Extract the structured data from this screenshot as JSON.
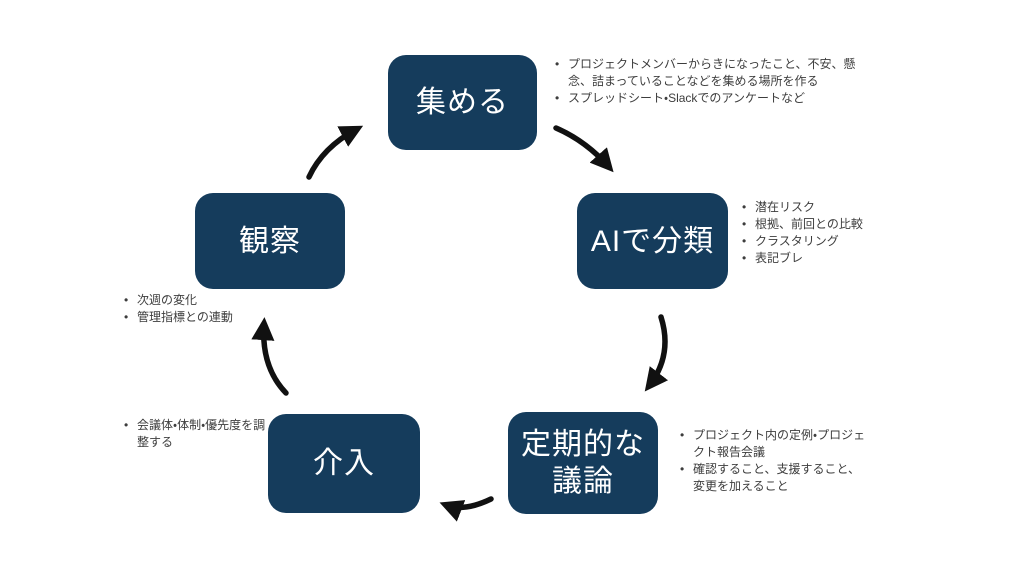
{
  "theme": {
    "bg_color": "#ffffff",
    "box_color": "#153c5c",
    "box_text_color": "#ffffff",
    "note_color": "#3d3d3d",
    "arrow_color": "#111111"
  },
  "cycle": {
    "nodes": [
      {
        "id": "collect",
        "lines": [
          "集める"
        ]
      },
      {
        "id": "classify",
        "lines": [
          "AIで分類"
        ]
      },
      {
        "id": "discussion",
        "lines": [
          "定期的な",
          "議論"
        ]
      },
      {
        "id": "intervention",
        "lines": [
          "介入"
        ]
      },
      {
        "id": "observation",
        "lines": [
          "観察"
        ]
      }
    ],
    "notes": {
      "collect": [
        "プロジェクトメンバーからきになったこと、不安、懸念、詰まっていることなどを集める場所を作る",
        "スプレッドシート・Slackでのアンケートなど"
      ],
      "classify": [
        "潜在リスク",
        "根拠、前回との比較",
        "クラスタリング",
        "表記ブレ"
      ],
      "discussion": [
        "プロジェクト内の定例・プロジェクト報告会議",
        "確認すること、支援すること、変更を加えること"
      ],
      "intervention": [
        "会議体・体制・優先度を調整する"
      ],
      "observation": [
        "次週の変化",
        "管理指標との連動"
      ]
    }
  }
}
